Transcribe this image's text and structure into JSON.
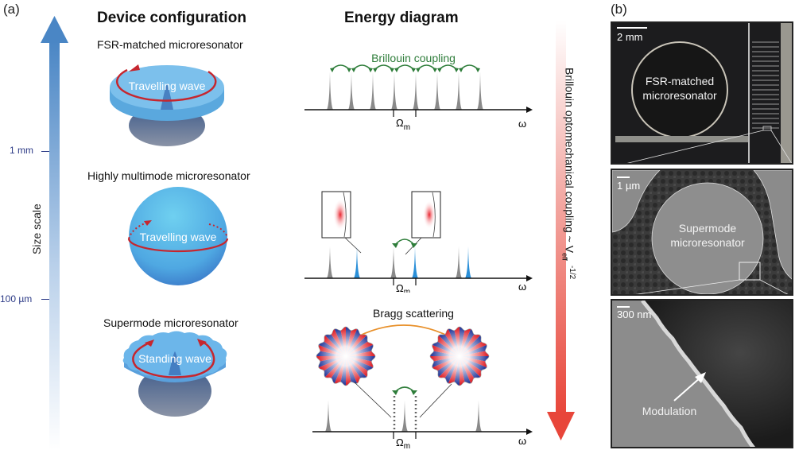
{
  "panel_a": {
    "label": "(a)",
    "size_scale": {
      "axis_label": "Size scale",
      "ticks": [
        "1 mm",
        "100 µm"
      ],
      "arrow_color": "#4a86c5"
    },
    "device_configuration": {
      "heading": "Device configuration",
      "devices": [
        {
          "title": "FSR-matched microresonator",
          "wave_label": "Travelling wave"
        },
        {
          "title": "Highly multimode microresonator",
          "wave_label": "Travelling wave"
        },
        {
          "title": "Supermode microresonator",
          "wave_label": "Standing wave"
        }
      ]
    },
    "energy_diagram": {
      "heading": "Energy diagram",
      "rows": [
        {
          "annotation": "Brillouin coupling",
          "annotation_color": "#2e7d3a",
          "spacing_label": "Ω",
          "spacing_sub": "m",
          "axis_label": "ω"
        },
        {
          "annotation": "",
          "spacing_label": "Ω",
          "spacing_sub": "m",
          "axis_label": "ω"
        },
        {
          "annotation": "Bragg scattering",
          "annotation_color": "#e8902a",
          "spacing_label": "Ω",
          "spacing_sub": "m",
          "axis_label": "ω"
        }
      ]
    },
    "coupling_arrow": {
      "label": "Brillouin optomechanical coupling ~ V",
      "sub": "eff",
      "sup": "-1/2",
      "arrow_color": "#e8463a"
    }
  },
  "panel_b": {
    "label": "(b)",
    "images": [
      {
        "scale": "2 mm",
        "caption_line1": "FSR-matched",
        "caption_line2": "microresonator"
      },
      {
        "scale": "1 µm",
        "caption_line1": "Supermode",
        "caption_line2": "microresonator"
      },
      {
        "scale": "300 nm",
        "caption_line1": "Modulation",
        "caption_line2": ""
      }
    ]
  }
}
